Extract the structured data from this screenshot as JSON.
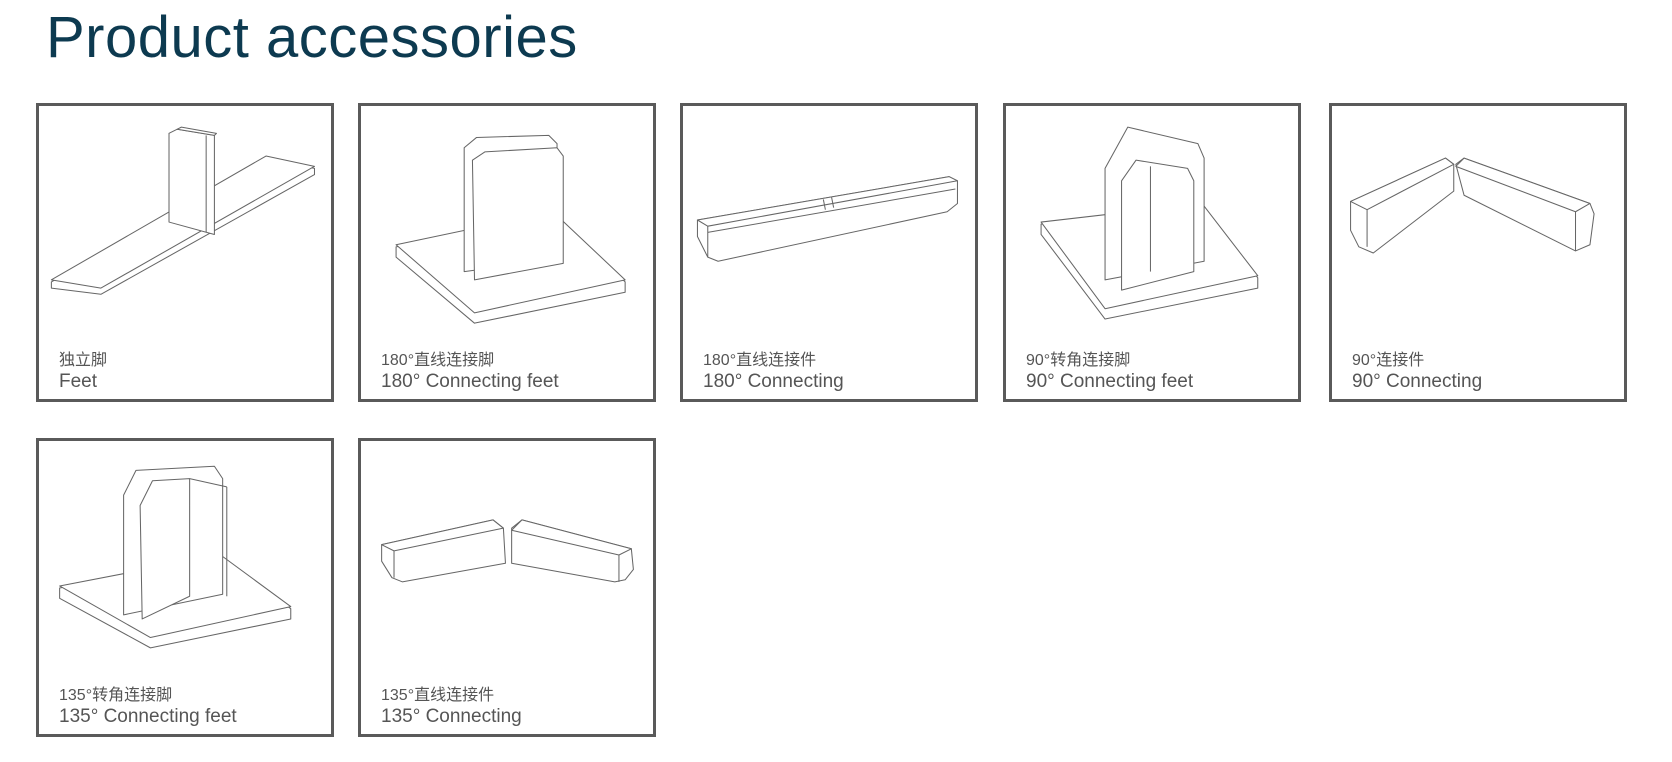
{
  "title": "Product accessories",
  "items": [
    {
      "cn": "独立脚",
      "en": "Feet",
      "icon": "feet-illustration"
    },
    {
      "cn": "180°直线连接脚",
      "en": "180° Connecting feet",
      "icon": "180-connecting-feet-illustration"
    },
    {
      "cn": "180°直线连接件",
      "en": "180° Connecting",
      "icon": "180-connecting-illustration"
    },
    {
      "cn": "90°转角连接脚",
      "en": "90° Connecting feet",
      "icon": "90-connecting-feet-illustration"
    },
    {
      "cn": "90°连接件",
      "en": "90° Connecting",
      "icon": "90-connecting-illustration"
    },
    {
      "cn": "135°转角连接脚",
      "en": "135° Connecting feet",
      "icon": "135-connecting-feet-illustration"
    },
    {
      "cn": "135°直线连接件",
      "en": "135° Connecting",
      "icon": "135-connecting-illustration"
    }
  ]
}
